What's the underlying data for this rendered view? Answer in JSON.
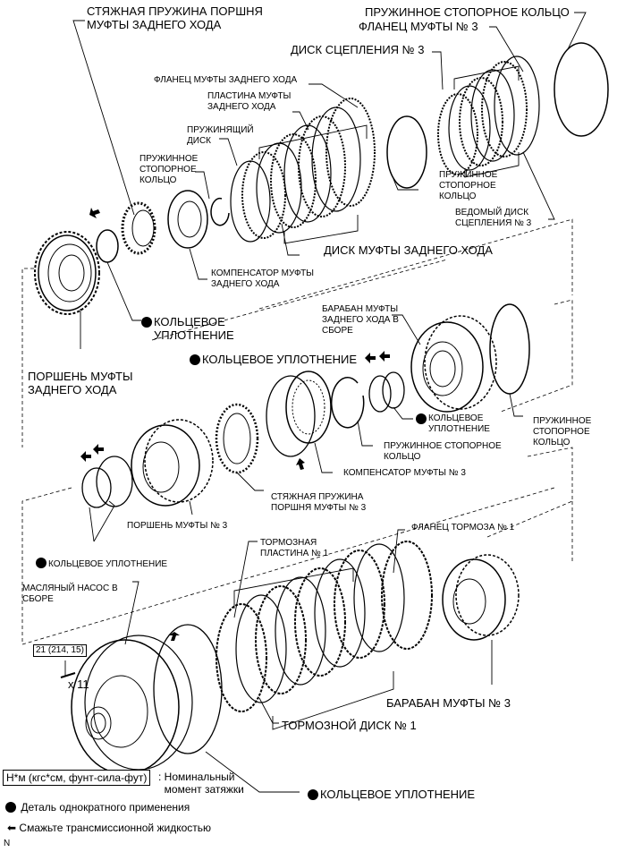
{
  "labels": {
    "reverse_piston_return_spring": "СТЯЖНАЯ ПРУЖИНА ПОРШНЯ\nМУФТЫ ЗАДНЕГО ХОДА",
    "snap_ring_top_right": "ПРУЖИННОЕ СТОПОРНОЕ КОЛЬЦО",
    "clutch3_flange": "ФЛАНЕЦ МУФТЫ № 3",
    "clutch3_disc": "ДИСК СЦЕПЛЕНИЯ № 3",
    "reverse_clutch_flange": "ФЛАНЕЦ МУФТЫ ЗАДНЕГО ХОДА",
    "reverse_clutch_plate": "ПЛАСТИНА МУФТЫ\nЗАДНЕГО ХОДА",
    "cushion_plate": "ПРУЖИНЯЩИЙ\nДИСК",
    "snap_ring_upper_left": "ПРУЖИННОЕ\nСТОПОРНОЕ\nКОЛЬЦО",
    "snap_ring_upper_right": "ПРУЖИННОЕ\nСТОПОРНОЕ\nКОЛЬЦО",
    "clutch3_driven_disc": "ВЕДОМЫЙ ДИСК\nСЦЕПЛЕНИЯ № 3",
    "reverse_clutch_disc": "ДИСК МУФТЫ ЗАДНЕГО ХОДА",
    "reverse_clutch_compensator": "КОМПЕНСАТОР МУФТЫ\nЗАДНЕГО ХОДА",
    "o_ring_1": "КОЛЬЦЕВОЕ\nУПЛОТНЕНИЕ",
    "reverse_clutch_piston": "ПОРШЕНЬ МУФТЫ\nЗАДНЕГО ХОДА",
    "reverse_clutch_drum_assy": "БАРАБАН МУФТЫ\nЗАДНЕГО ХОДА В\nСБОРЕ",
    "o_ring_2": "КОЛЬЦЕВОЕ УПЛОТНЕНИЕ",
    "o_ring_3": "КОЛЬЦЕВОЕ\nУПЛОТНЕНИЕ",
    "snap_ring_mid_right": "ПРУЖИННОЕ\nСТОПОРНОЕ\nКОЛЬЦО",
    "snap_ring_mid": "ПРУЖИННОЕ СТОПОРНОЕ\nКОЛЬЦО",
    "clutch3_compensator": "КОМПЕНСАТОР МУФТЫ № 3",
    "clutch3_piston_return_spring": "СТЯЖНАЯ ПРУЖИНА\nПОРШНЯ МУФТЫ № 3",
    "clutch3_piston": "ПОРШЕНЬ МУФТЫ № 3",
    "o_ring_4": "КОЛЬЦЕВОЕ УПЛОТНЕНИЕ",
    "oil_pump_assy": "МАСЛЯНЫЙ НАСОС В\nСБОРЕ",
    "brake1_plate": "ТОРМОЗНАЯ\nПЛАСТИНА № 1",
    "brake1_flange": "ФЛАНЕЦ ТОРМОЗА № 1",
    "clutch3_drum": "БАРАБАН МУФТЫ № 3",
    "brake1_disc": "ТОРМОЗНОЙ ДИСК № 1",
    "o_ring_5": "КОЛЬЦЕВОЕ УПЛОТНЕНИЕ"
  },
  "torque": {
    "value": "21 (214, 15)",
    "bolt_count": "x 11"
  },
  "legend": {
    "torque_units": "Н*м (кгс*см, фунт-сила-фут)",
    "torque_desc": ": Номинальный\n  момент затяжки",
    "single_use": "Деталь однократного применения",
    "lubricate": "Смажьте трансмиссионной жидкостью"
  },
  "footer_code": "N"
}
